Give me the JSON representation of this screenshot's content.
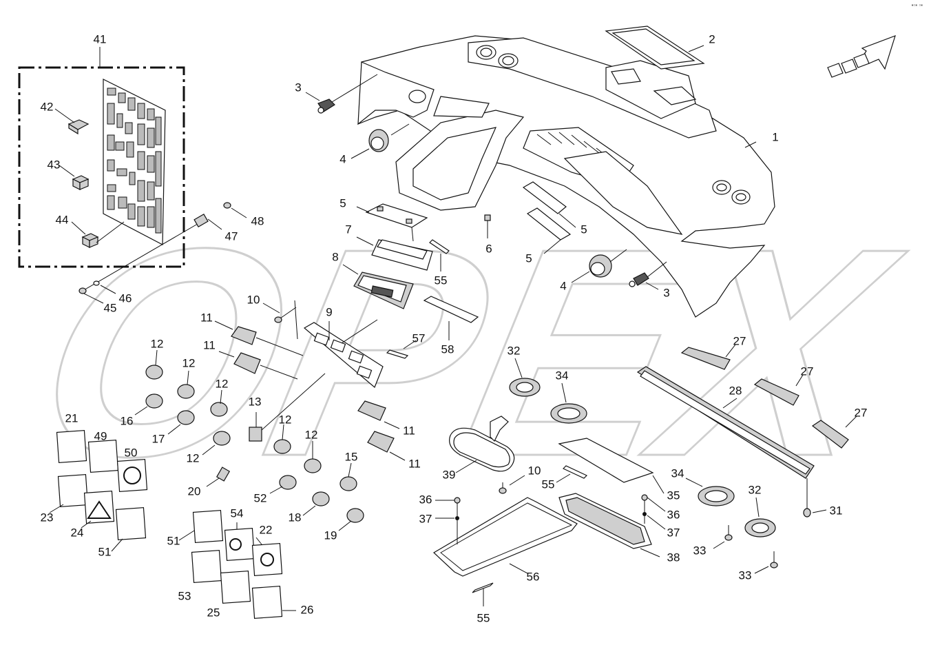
{
  "diagram": {
    "watermark": "OPEX",
    "corner_mark": "▪▫▪ ▫▪",
    "labels": {
      "l1": "1",
      "l2": "2",
      "l3a": "3",
      "l3b": "3",
      "l4a": "4",
      "l4b": "4",
      "l5a": "5",
      "l5b": "5",
      "l5c": "5",
      "l6": "6",
      "l7": "7",
      "l8": "8",
      "l9": "9",
      "l10a": "10",
      "l10b": "10",
      "l11a": "11",
      "l11b": "11",
      "l11c": "11",
      "l11d": "11",
      "l12a": "12",
      "l12b": "12",
      "l12c": "12",
      "l12d": "12",
      "l12e": "12",
      "l12f": "12",
      "l13": "13",
      "l15": "15",
      "l16": "16",
      "l17": "17",
      "l18": "18",
      "l19": "19",
      "l20": "20",
      "l21": "21",
      "l22": "22",
      "l23": "23",
      "l24": "24",
      "l25": "25",
      "l26": "26",
      "l27a": "27",
      "l27b": "27",
      "l27c": "27",
      "l28": "28",
      "l31": "31",
      "l32a": "32",
      "l32b": "32",
      "l33a": "33",
      "l33b": "33",
      "l34a": "34",
      "l34b": "34",
      "l35": "35",
      "l36a": "36",
      "l36b": "36",
      "l37a": "37",
      "l37b": "37",
      "l38": "38",
      "l39": "39",
      "l41": "41",
      "l42": "42",
      "l43": "43",
      "l44": "44",
      "l45": "45",
      "l46": "46",
      "l47": "47",
      "l48": "48",
      "l49": "49",
      "l50": "50",
      "l51a": "51",
      "l51b": "51",
      "l52": "52",
      "l53": "53",
      "l54": "54",
      "l55a": "55",
      "l55b": "55",
      "l55c": "55",
      "l56": "56",
      "l57": "57",
      "l58": "58"
    }
  }
}
